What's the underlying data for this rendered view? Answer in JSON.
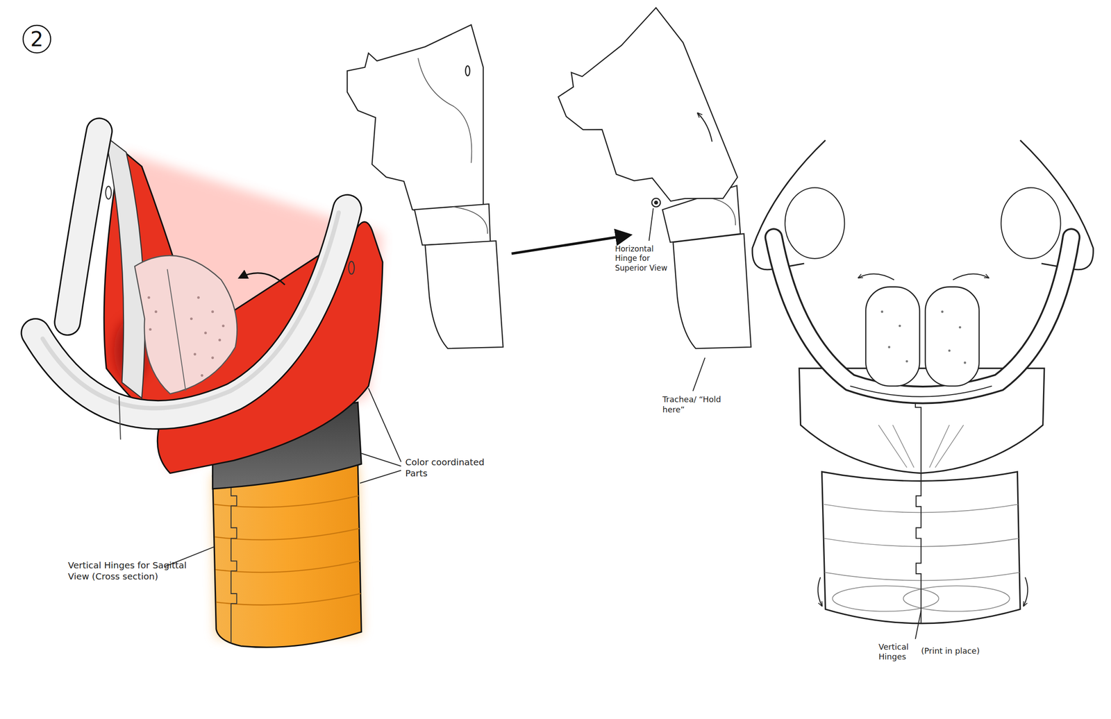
{
  "diagram": {
    "nodes": [
      {
        "text": [
          "2"
        ]
      }
    ],
    "labels": [
      "Color coordinated Parts",
      "Vertical Hinges for Sagittal View (Cross section)",
      "Horizontal Hinge for Superior View",
      "Trachea/ “Hold here”",
      "Vertical Hinges",
      "(Print in place)"
    ]
  }
}
